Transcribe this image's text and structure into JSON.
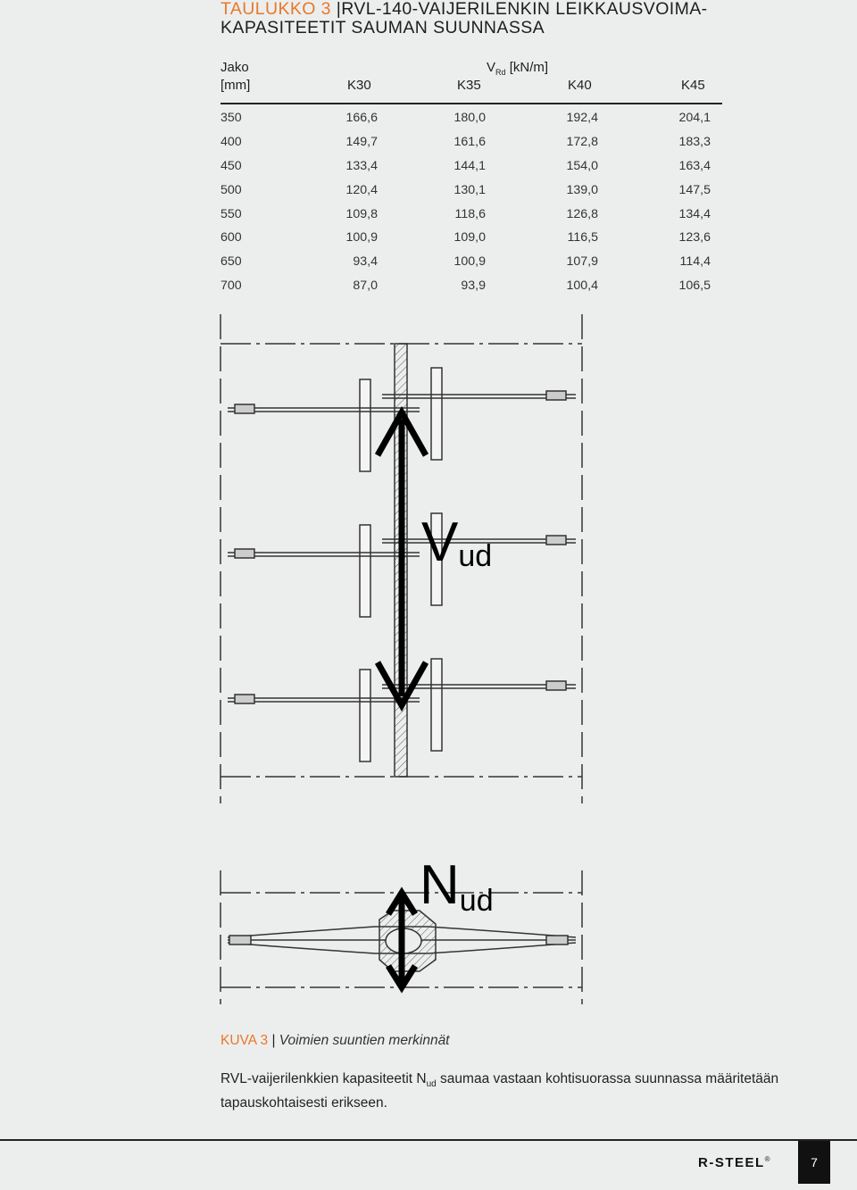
{
  "title": {
    "tag": "TAULUKKO 3",
    "text": "RVL-140-VAIJERILENKIN LEIKKAUSVOIMA-KAPASITEETIT SAUMAN SUUNNASSA"
  },
  "table": {
    "header_jako": "Jako",
    "header_mm": "[mm]",
    "header_v": "V",
    "header_v_sub": "Rd",
    "header_unit": "[kN/m]",
    "columns": [
      "K30",
      "K35",
      "K40",
      "K45"
    ],
    "rows": [
      [
        "350",
        "166,6",
        "180,0",
        "192,4",
        "204,1"
      ],
      [
        "400",
        "149,7",
        "161,6",
        "172,8",
        "183,3"
      ],
      [
        "450",
        "133,4",
        "144,1",
        "154,0",
        "163,4"
      ],
      [
        "500",
        "120,4",
        "130,1",
        "139,0",
        "147,5"
      ],
      [
        "550",
        "109,8",
        "118,6",
        "126,8",
        "134,4"
      ],
      [
        "600",
        "100,9",
        "109,0",
        "116,5",
        "123,6"
      ],
      [
        "650",
        "93,4",
        "100,9",
        "107,9",
        "114,4"
      ],
      [
        "700",
        "87,0",
        "93,9",
        "100,4",
        "106,5"
      ]
    ]
  },
  "figure": {
    "vud_main": "V",
    "vud_sub": "ud",
    "nud_main": "N",
    "nud_sub": "ud"
  },
  "caption": {
    "tag": "KUVA 3",
    "text": "Voimien suuntien merkinnät"
  },
  "body": {
    "part1": "RVL-vaijerilenkkien kapasiteetit N",
    "sub": "ud",
    "part2": " saumaa vastaan kohtisuorassa suunnassa määritetään tapauskohtaisesti erikseen."
  },
  "footer": {
    "logo": "R-STEEL",
    "reg": "®",
    "page": "7"
  }
}
